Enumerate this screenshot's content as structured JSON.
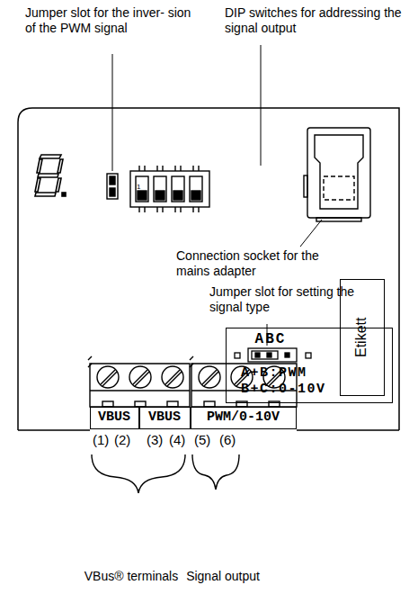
{
  "diagram": {
    "nodes": [
      {
        "text": [
          "Etikett"
        ]
      },
      {
        "text": [
          "ABC",
          "A+B:PWM",
          "B+C:0-10V"
        ]
      },
      {
        "text": [
          "VBUS"
        ]
      },
      {
        "text": [
          "VBUS"
        ]
      },
      {
        "text": [
          "PWM/0-10V"
        ]
      }
    ],
    "labels": [
      "Jumper slot for the inver- sion of the PWM signal",
      "DIP switches for addressing the signal output",
      "Connection socket for the mains adapter",
      "Jumper slot for setting the signal type",
      "1",
      "(1)",
      "(2)",
      "(3)",
      "(4)",
      "(5)",
      "(6)",
      "VBus® terminals",
      "Signal output"
    ]
  }
}
